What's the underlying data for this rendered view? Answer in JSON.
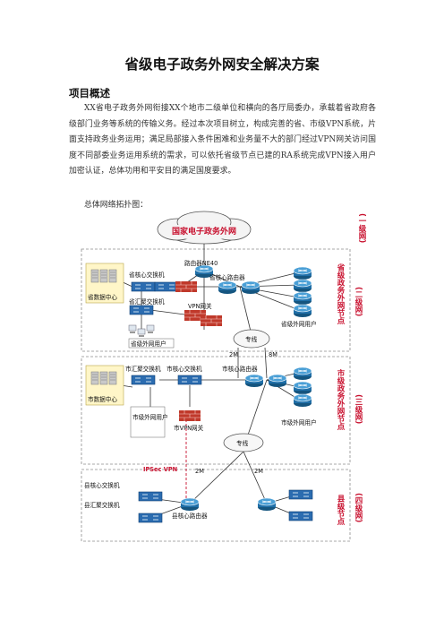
{
  "document": {
    "title": "省级电子政务外网安全解决方案",
    "section_heading": "项目概述",
    "paragraph": "XX省电子政务外网衔接XX个地市二级单位和横向的各厅局委办，承载着省政府各级部门业务等系统的传输义务。经过本次项目树立，构成完善的省、市级VPN系统，片面支持政务业务运用；满足局部接入条件困难和业务量不大的部门经过VPN网关访问国度不同部委业务运用系统的需求，可以依托省级节点已建的RA系统完成VPN接入用户加密认证，总体功用和平安目的满足国度要求。",
    "caption": "总体网络拓扑图："
  },
  "diagram": {
    "cloud_label": "国家电子政务外网",
    "tier_labels": {
      "tier1": "(一级网)",
      "tier2": "(二级网)",
      "tier3": "(三级网)",
      "tier4": "(四级网)"
    },
    "node_labels": {
      "province": "省级政务外网节点",
      "city": "市级政务外网节点",
      "county": "县级节点"
    },
    "device_labels": {
      "router_ne40": "路由器NE40",
      "prov_core_switch": "省核心交换机",
      "prov_core_router": "省核心路由器",
      "prov_data_center": "省数据中心",
      "prov_agg_switch": "省汇聚交换机",
      "vpn_gateway": "VPN网关",
      "prov_users": "省级外网用户",
      "prov_ext_users": "省级外网用户",
      "leased_line_1": "专线",
      "bw_2m_1": "2M",
      "bw_8m": "8M",
      "city_agg_switch": "市汇聚交换机",
      "city_core_switch": "市核心交换机",
      "city_core_router": "市核心路由器",
      "city_data_center": "市数据中心",
      "city_users": "市级外网用户",
      "city_vpn": "市VPN网关",
      "city_ext_users": "市级外网用户",
      "leased_line_2": "专线",
      "ipsec_vpn": "IPSec VPN",
      "bw_2m_2": "2M",
      "bw_2m_3": "2M",
      "county_core_switch": "县核心交换机",
      "county_agg_switch": "县汇聚交换机",
      "county_core_router": "县核心路由器"
    },
    "colors": {
      "label_red": "#c8102e",
      "router_blue": "#1f6fa8",
      "switch_blue": "#2b6cb0",
      "firewall_red": "#c0392b",
      "zone_border": "#8c8c8c"
    }
  }
}
